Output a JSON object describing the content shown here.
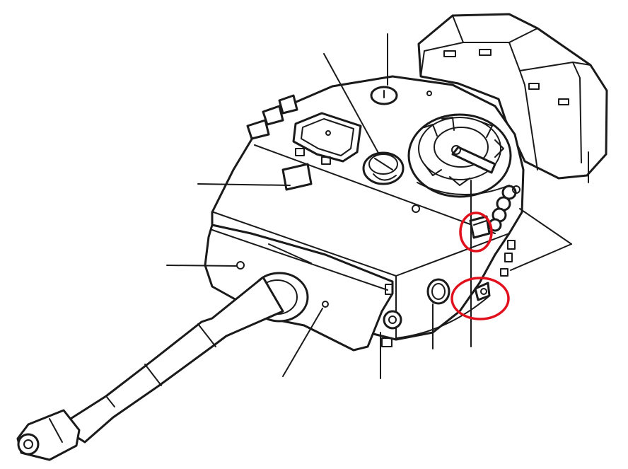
{
  "colors": {
    "ink": "#1a1a1a",
    "background": "#ffffff",
    "highlight": "#e0101c"
  },
  "diagram": {
    "subject": "tank-turret-line-drawing",
    "callout_labels": [],
    "highlighted_features": [
      "side-vision-port",
      "side-pistol-port-plug"
    ]
  }
}
